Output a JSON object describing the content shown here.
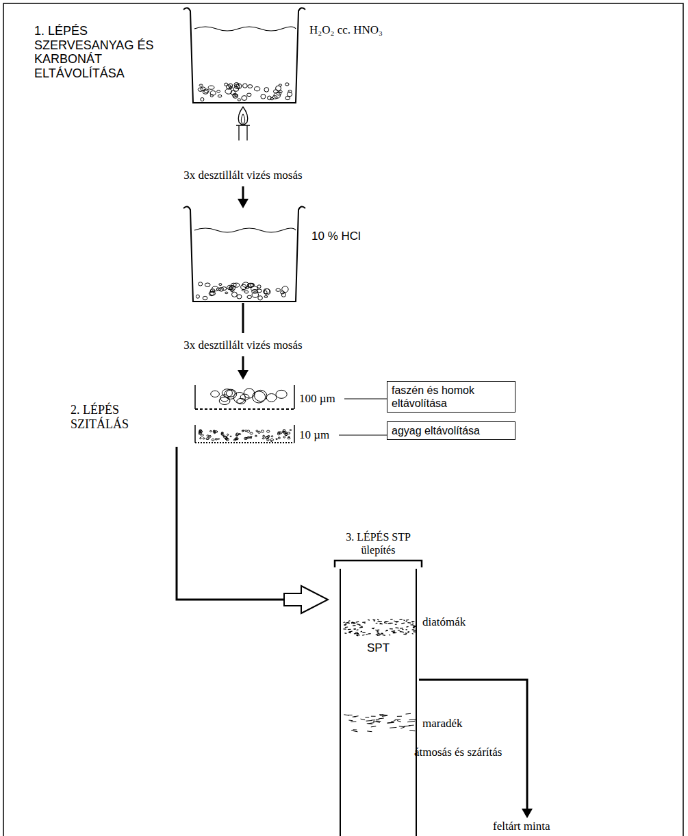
{
  "diagram": {
    "nodes": [
      {
        "text": [
          "faszén és homok eltávolítása"
        ]
      },
      {
        "text": [
          "agyag eltávolítása"
        ]
      },
      {
        "text": [
          "3. LÉPÉS STP ülepítés",
          "SPT"
        ]
      }
    ],
    "labels": [
      "1. LÉPÉS SZERVESANYAG ÉS KARBONÁT ELTÁVOLÍTÁSA",
      "H₂O₂ cc. HNO₃",
      "3x desztillált vizés mosás",
      "10 % HCl",
      "3x desztillált vizés mosás",
      "100 µm",
      "2. LÉPÉS SZITÁLÁS",
      "10 µm",
      "diatómák",
      "maradék",
      "átmosás és szárítás",
      "feltárt minta"
    ]
  }
}
